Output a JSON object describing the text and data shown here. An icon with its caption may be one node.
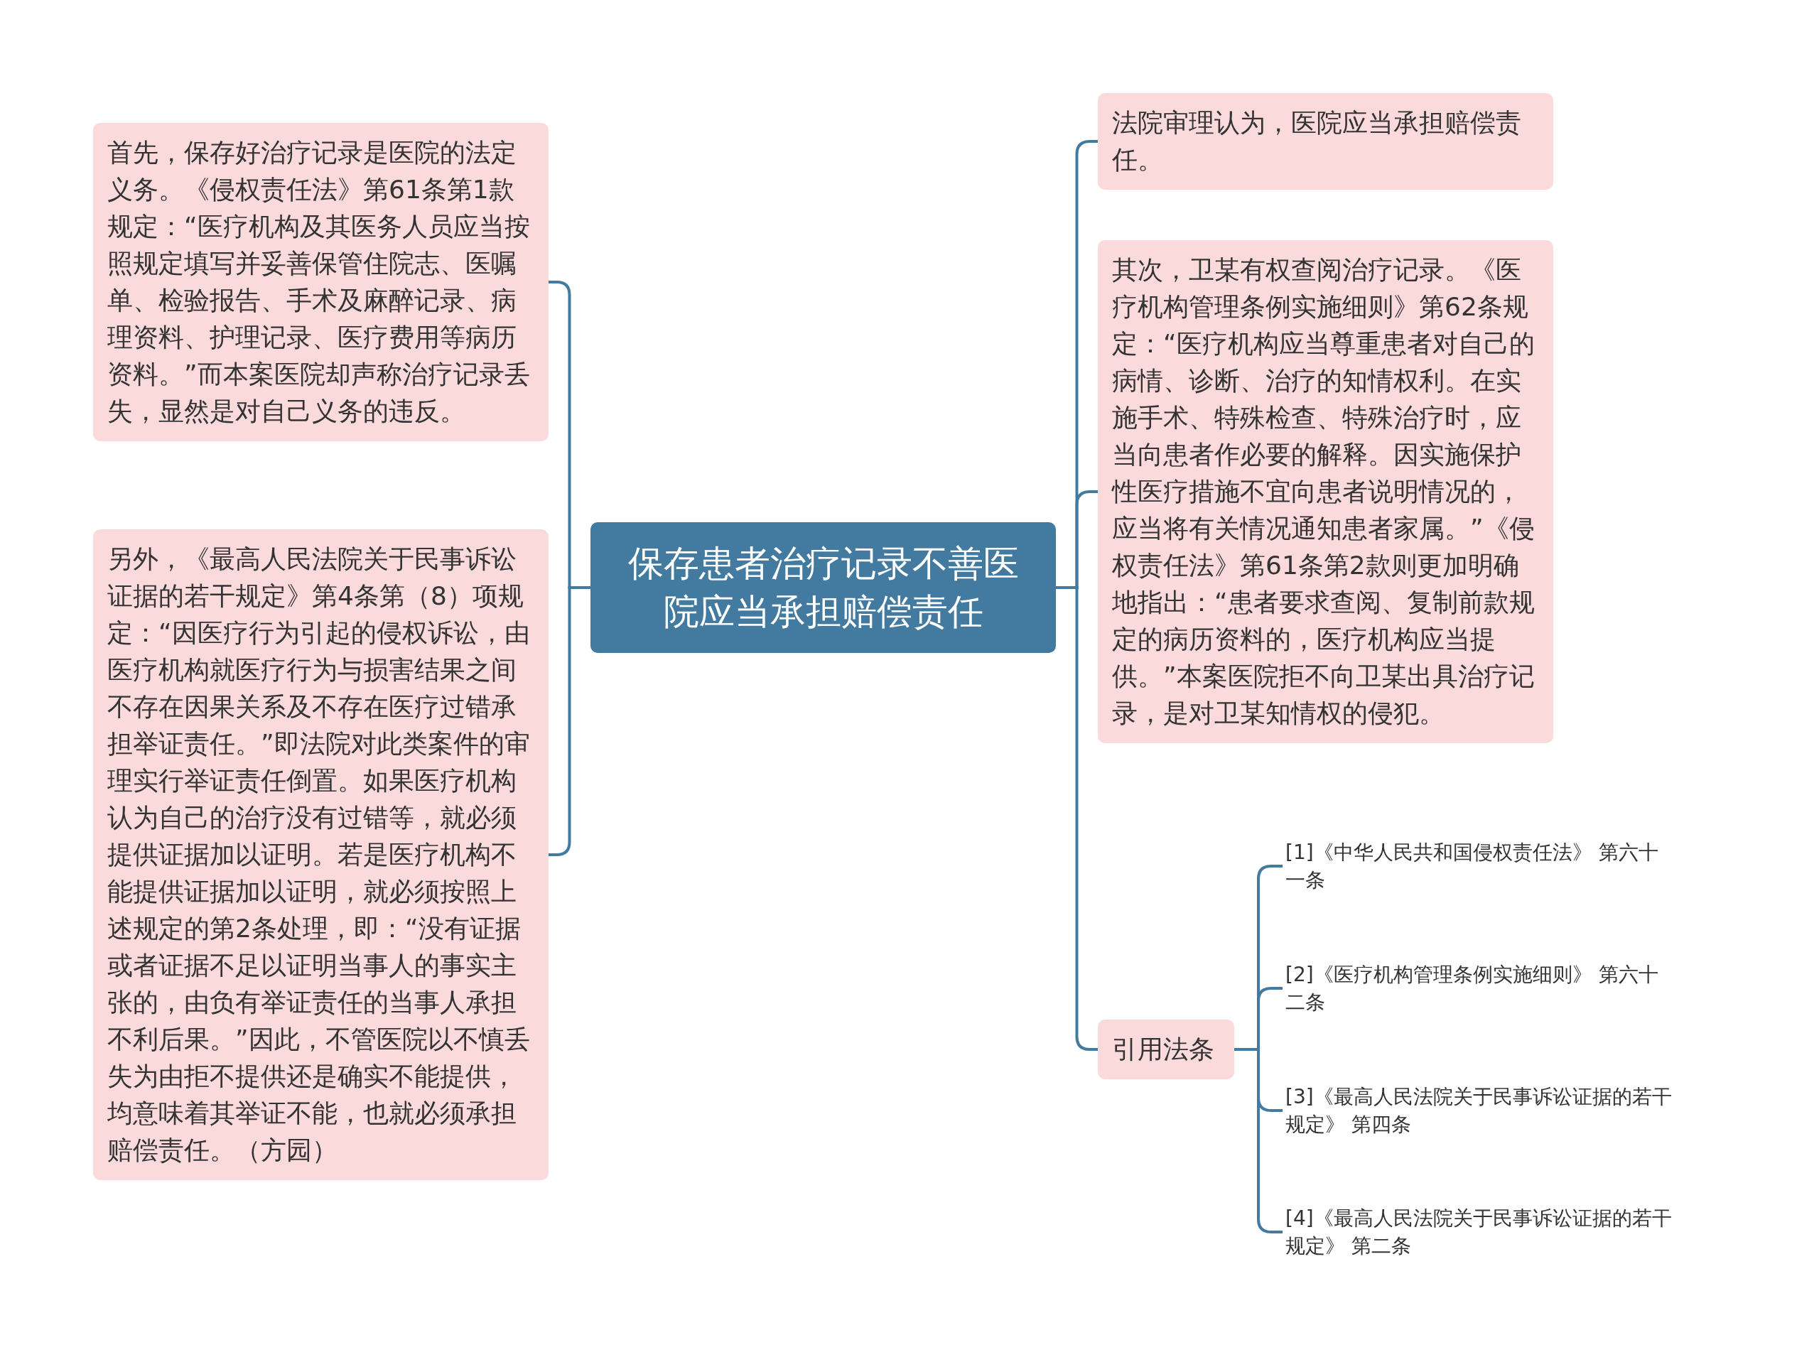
{
  "diagram": {
    "nodes": [
      {
        "text": [
          "保存患者治疗记录不善医院应当承担赔偿责任"
        ]
      },
      {
        "text": [
          "首先，保存好治疗记录是医院的法定义务。《侵权责任法》第61条第1款规定：“医疗机构及其医务人员应当按照规定填写并妥善保管住院志、医嘱单、检验报告、手术及麻醉记录、病理资料、护理记录、医疗费用等病历资料。”而本案医院却声称治疗记录丢失，显然是对自己义务的违反。"
        ]
      },
      {
        "text": [
          "另外，《最高人民法院关于民事诉讼证据的若干规定》第4条第（8）项规定：“因医疗行为引起的侵权诉讼，由医疗机构就医疗行为与损害结果之间不存在因果关系及不存在医疗过错承担举证责任。”即法院对此类案件的审理实行举证责任倒置。如果医疗机构认为自己的治疗没有过错等，就必须提供证据加以证明。若是医疗机构不能提供证据加以证明，就必须按照上述规定的第2条处理，即：“没有证据或者证据不足以证明当事人的事实主张的，由负有举证责任的当事人承担不利后果。”因此，不管医院以不慎丢失为由拒不提供还是确实不能提供，均意味着其举证不能，也就必须承担赔偿责任。（方园）"
        ]
      },
      {
        "text": [
          "法院审理认为，医院应当承担赔偿责任。"
        ]
      },
      {
        "text": [
          "其次，卫某有权查阅治疗记录。《医疗机构管理条例实施细则》第62条规定：“医疗机构应当尊重患者对自己的病情、诊断、治疗的知情权利。在实施手术、特殊检查、特殊治疗时，应当向患者作必要的解释。因实施保护性医疗措施不宜向患者说明情况的，应当将有关情况通知患者家属。”《侵权责任法》第61条第2款则更加明确地指出：“患者要求查阅、复制前款规定的病历资料的，医疗机构应当提供。”本案医院拒不向卫某出具治疗记录，是对卫某知情权的侵犯。"
        ]
      },
      {
        "text": [
          "引用法条"
        ]
      },
      {
        "text": [
          "[1]《中华人民共和国侵权责任法》 第六十一条"
        ]
      },
      {
        "text": [
          "[2]《医疗机构管理条例实施细则》 第六十二条"
        ]
      },
      {
        "text": [
          "[3]《最高人民法院关于民事诉讼证据的若干规定》 第四条"
        ]
      },
      {
        "text": [
          "[4]《最高人民法院关于民事诉讼证据的若干规定》 第二条"
        ]
      }
    ],
    "edges": [
      {
        "from": 0,
        "to": 1,
        "arrow": "none"
      },
      {
        "from": 0,
        "to": 2,
        "arrow": "none"
      },
      {
        "from": 0,
        "to": 3,
        "arrow": "none"
      },
      {
        "from": 0,
        "to": 4,
        "arrow": "none"
      },
      {
        "from": 0,
        "to": 5,
        "arrow": "none"
      },
      {
        "from": 5,
        "to": 6,
        "arrow": "none"
      },
      {
        "from": 5,
        "to": 7,
        "arrow": "none"
      },
      {
        "from": 5,
        "to": 8,
        "arrow": "none"
      },
      {
        "from": 5,
        "to": 9,
        "arrow": "none"
      }
    ]
  }
}
